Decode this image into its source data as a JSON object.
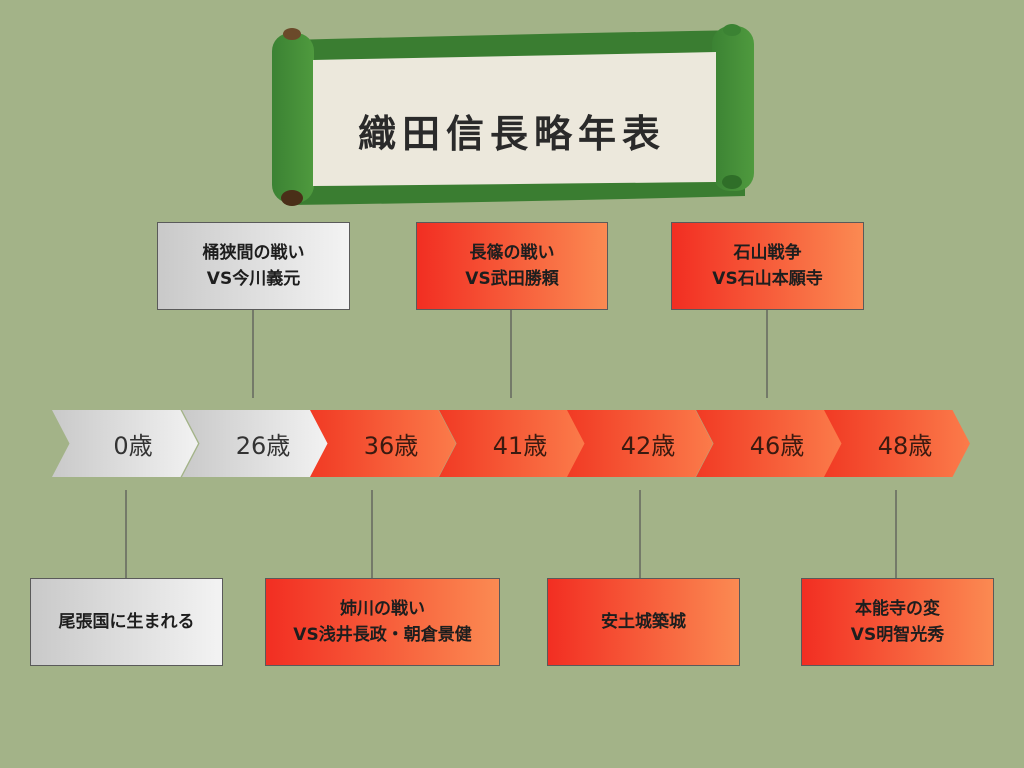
{
  "title": "織田信長略年表",
  "timeline": [
    {
      "label": "0歳",
      "style": "gray"
    },
    {
      "label": "26歳",
      "style": "gray"
    },
    {
      "label": "36歳",
      "style": "red"
    },
    {
      "label": "41歳",
      "style": "red"
    },
    {
      "label": "42歳",
      "style": "red"
    },
    {
      "label": "46歳",
      "style": "red"
    },
    {
      "label": "48歳",
      "style": "red"
    }
  ],
  "events_top": [
    {
      "line1": "桶狭間の戦い",
      "line2": "VS今川義元",
      "style": "gray"
    },
    {
      "line1": "長篠の戦い",
      "line2": "VS武田勝頼",
      "style": "red"
    },
    {
      "line1": "石山戦争",
      "line2": "VS石山本願寺",
      "style": "red"
    }
  ],
  "events_bottom": [
    {
      "line1": "尾張国に生まれる",
      "line2": "",
      "style": "gray"
    },
    {
      "line1": "姉川の戦い",
      "line2": "VS浅井長政・朝倉景健",
      "style": "red"
    },
    {
      "line1": "安土城築城",
      "line2": "",
      "style": "red"
    },
    {
      "line1": "本能寺の変",
      "line2": "VS明智光秀",
      "style": "red"
    }
  ],
  "colors": {
    "background": "#a3b388",
    "scroll_green": "#3f8a36",
    "scroll_paper": "#ece8dc",
    "accent_red": "#f13a24",
    "accent_orange": "#fb7b4a",
    "gray": "#c9c9c9"
  }
}
